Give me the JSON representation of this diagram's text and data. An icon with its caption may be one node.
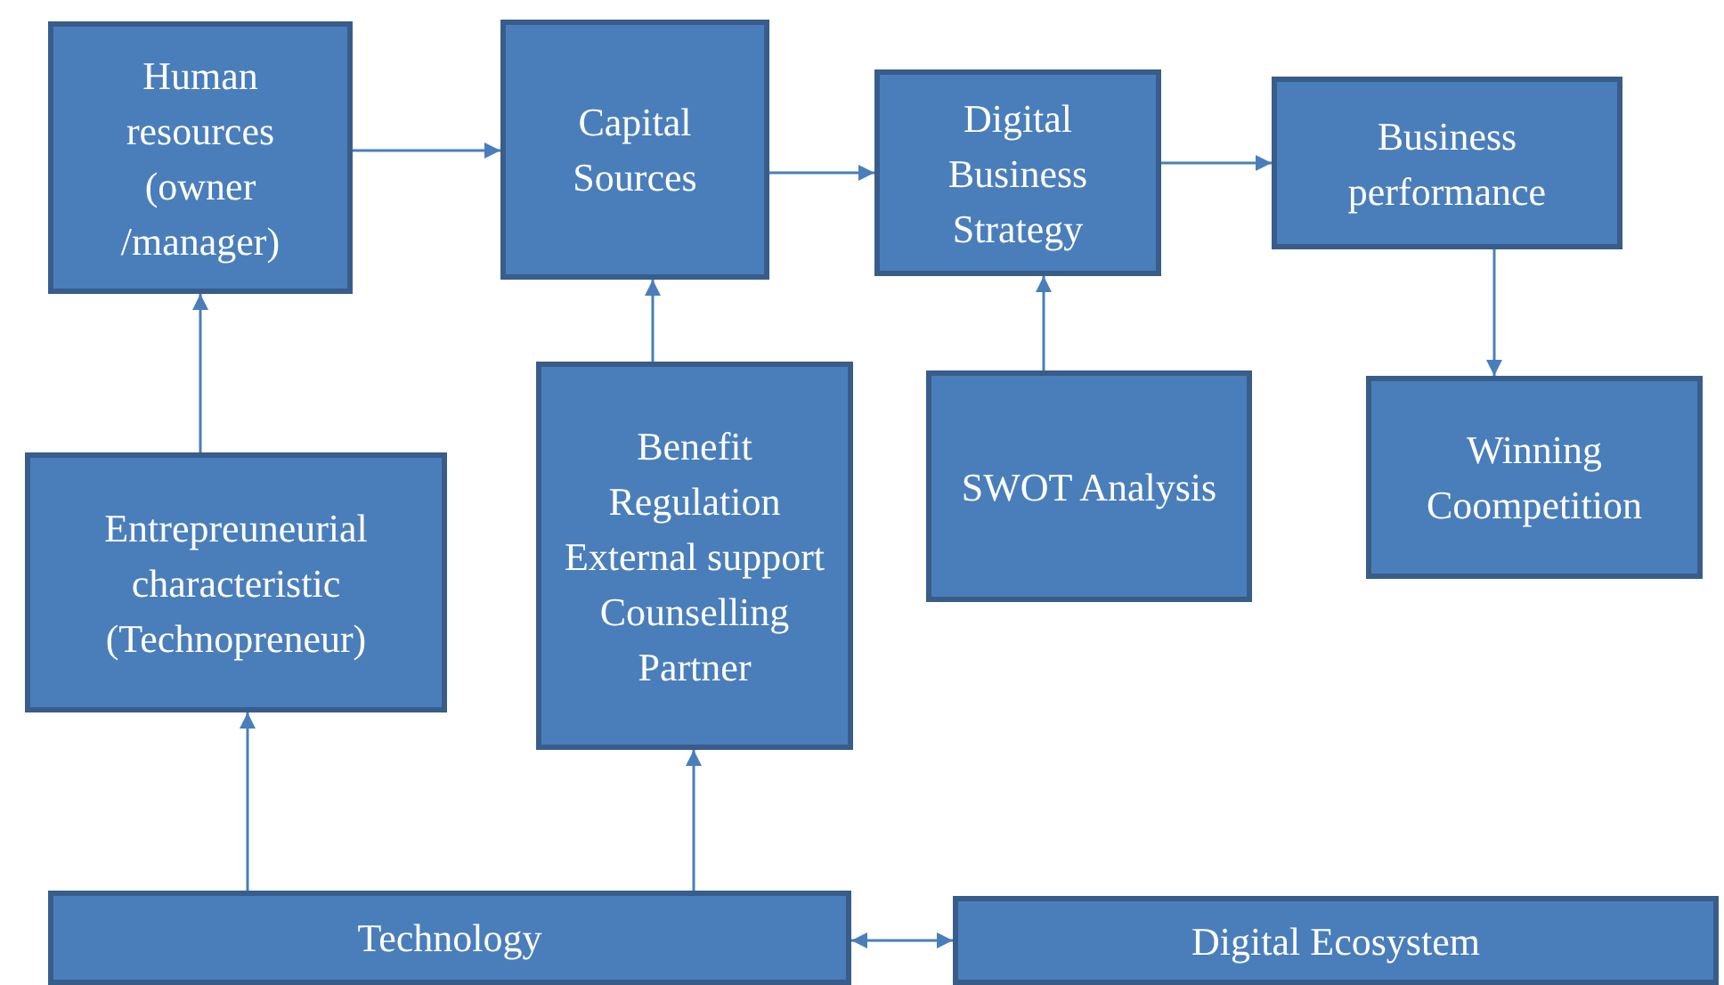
{
  "diagram": {
    "nodes": [
      {
        "text": [
          "Human resources (owner /manager)"
        ]
      },
      {
        "text": [
          "Capital Sources"
        ]
      },
      {
        "text": [
          "Digital Business Strategy"
        ]
      },
      {
        "text": [
          "Business performance"
        ]
      },
      {
        "text": [
          "Entrepreuneurial characteristic (Technopreneur)"
        ]
      },
      {
        "text": [
          "Benefit Regulation External support Counselling Partner"
        ]
      },
      {
        "text": [
          "SWOT Analysis"
        ]
      },
      {
        "text": [
          "Winning Coompetition"
        ]
      },
      {
        "text": [
          "Technology"
        ]
      },
      {
        "text": [
          "Digital Ecosystem"
        ]
      }
    ],
    "edges": [
      {
        "from": 0,
        "to": 1,
        "arrow": "to"
      },
      {
        "from": 1,
        "to": 2,
        "arrow": "to"
      },
      {
        "from": 2,
        "to": 3,
        "arrow": "to"
      },
      {
        "from": 3,
        "to": 7,
        "arrow": "to"
      },
      {
        "from": 4,
        "to": 0,
        "arrow": "to"
      },
      {
        "from": 5,
        "to": 1,
        "arrow": "to"
      },
      {
        "from": 6,
        "to": 2,
        "arrow": "to"
      },
      {
        "from": 8,
        "to": 4,
        "arrow": "to"
      },
      {
        "from": 8,
        "to": 5,
        "arrow": "to"
      },
      {
        "from": 8,
        "to": 9,
        "arrow": "both"
      }
    ]
  }
}
